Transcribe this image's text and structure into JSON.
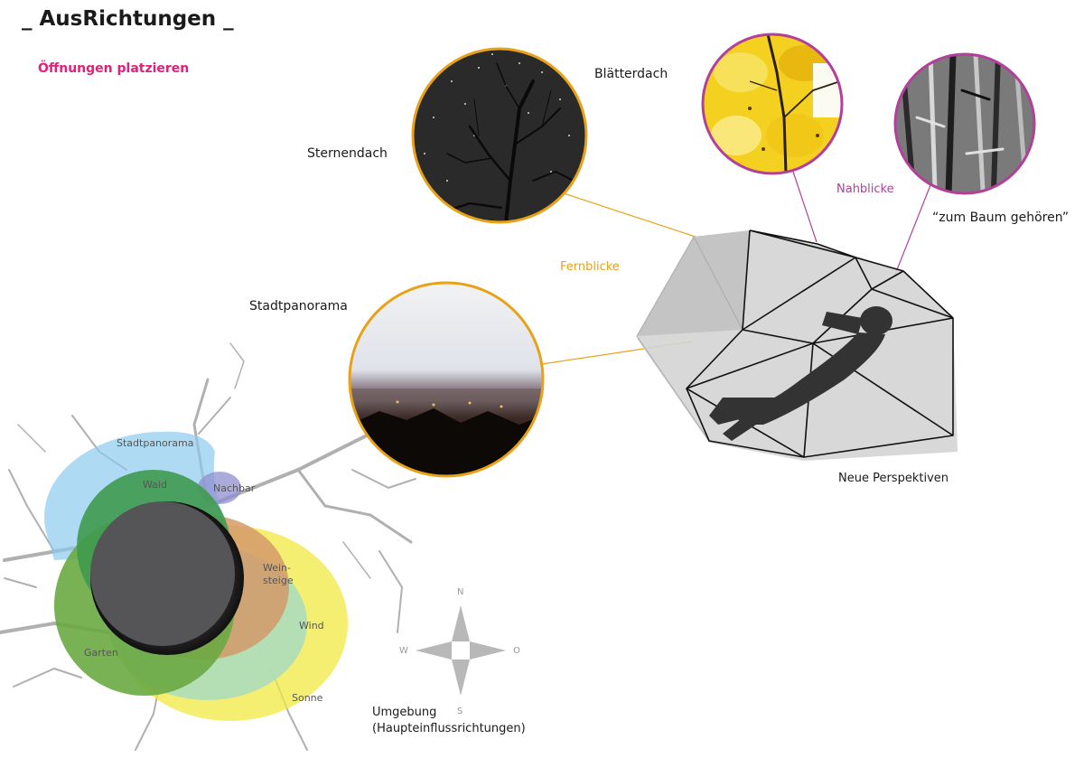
{
  "header": {
    "title": "_ AusRichtungen _",
    "subtitle": "Öffnungen platzieren"
  },
  "views": {
    "sternendach": "Sternendach",
    "blaetterdach": "Blätterdach",
    "stadtpanorama": "Stadtpanorama",
    "fernblicke": "Fernblicke",
    "nahblicke": "Nahblicke",
    "zum_baum": "“zum Baum gehören”",
    "neue_perspektiven": "Neue Perspektiven"
  },
  "map": {
    "stadtpanorama": "Stadtpanorama",
    "wald": "Wald",
    "nachbar": "Nachbar",
    "weinsteige_1": "Wein-",
    "weinsteige_2": "steige",
    "wind": "Wind",
    "garten": "Garten",
    "sonne": "Sonne"
  },
  "compass": {
    "n": "N",
    "s": "S",
    "w": "W",
    "o": "O"
  },
  "legend": {
    "line1": "Umgebung",
    "line2": "(Haupteinflussrichtungen)"
  },
  "colors": {
    "orange": "#e8a21a",
    "magenta": "#b2409a",
    "title_pink": "#e0207a"
  }
}
